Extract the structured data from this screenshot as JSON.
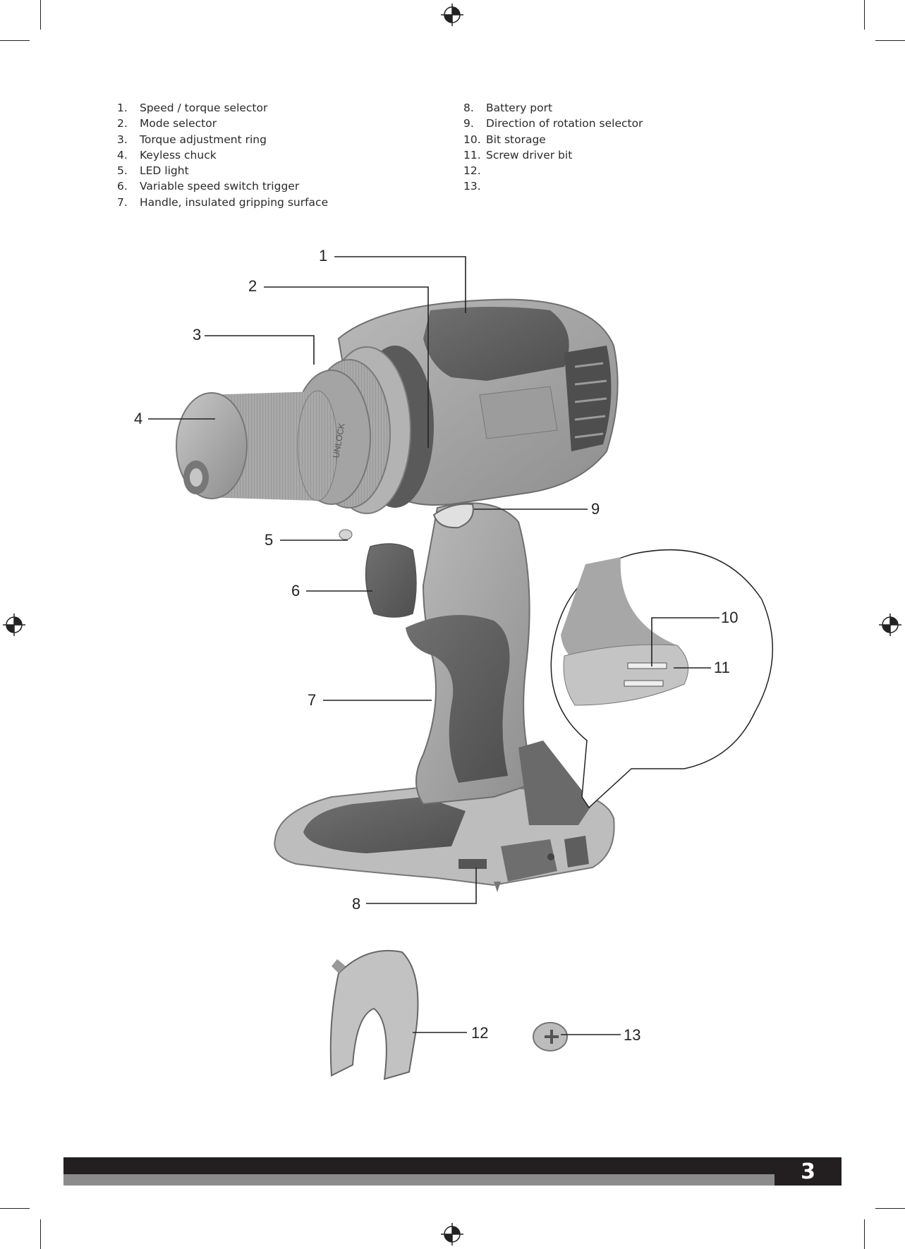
{
  "parts_left": [
    {
      "num": "1.",
      "label": "Speed / torque selector"
    },
    {
      "num": "2.",
      "label": "Mode selector"
    },
    {
      "num": "3.",
      "label": "Torque adjustment ring"
    },
    {
      "num": "4.",
      "label": "Keyless chuck"
    },
    {
      "num": "5.",
      "label": "LED light"
    },
    {
      "num": "6.",
      "label": "Variable speed switch trigger"
    },
    {
      "num": "7.",
      "label": "Handle, insulated gripping surface"
    }
  ],
  "parts_right": [
    {
      "num": "8.",
      "label": "Battery port"
    },
    {
      "num": "9.",
      "label": "Direction of rotation selector"
    },
    {
      "num": "10.",
      "label": "Bit storage"
    },
    {
      "num": "11.",
      "label": "Screw driver bit"
    },
    {
      "num": "12.",
      "label": ""
    },
    {
      "num": "13.",
      "label": ""
    }
  ],
  "callouts": {
    "c1": "1",
    "c2": "2",
    "c3": "3",
    "c4": "4",
    "c5": "5",
    "c6": "6",
    "c7": "7",
    "c8": "8",
    "c9": "9",
    "c10": "10",
    "c11": "11",
    "c12": "12",
    "c13": "13"
  },
  "chuck_marking": "UNLOCK",
  "page_number": "3",
  "colors": {
    "footer_dark": "#231f20",
    "footer_grey": "#8b8b8b"
  }
}
